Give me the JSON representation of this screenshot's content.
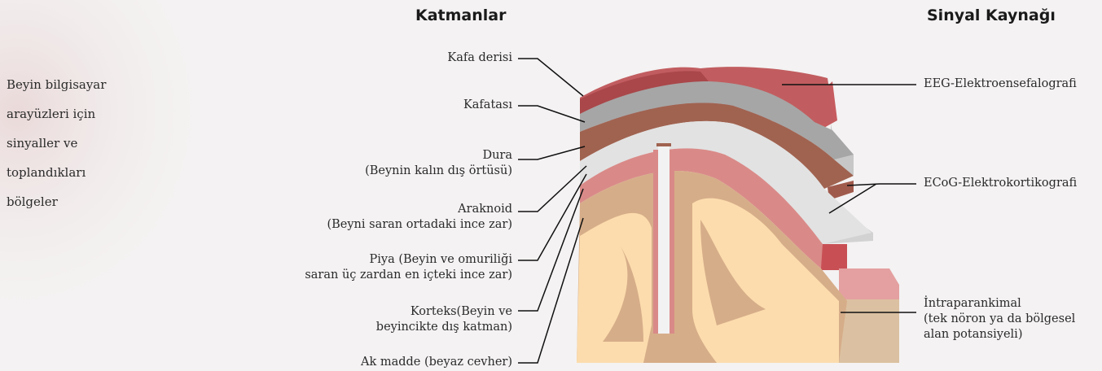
{
  "sidebar": {
    "lines": [
      "Beyin bilgisayar",
      "arayüzleri için",
      "sinyaller ve",
      "toplandıkları",
      "bölgeler"
    ]
  },
  "headers": {
    "layers": "Katmanlar",
    "signal_source": "Sinyal Kaynağı"
  },
  "layers": {
    "scalp": [
      "Kafa derisi"
    ],
    "skull": [
      "Kafatası"
    ],
    "dura": [
      "Dura",
      "(Beynin kalın dış örtüsü)"
    ],
    "arachnoid": [
      "Araknoid",
      "(Beyni saran ortadaki ince zar)"
    ],
    "pia": [
      "Piya (Beyin ve omuriliği",
      "saran üç zardan en içteki ince zar)"
    ],
    "cortex": [
      "Korteks(Beyin ve",
      "beyincikte dış katman)"
    ],
    "white_matter": [
      "Ak madde (beyaz cevher)"
    ]
  },
  "signals": {
    "eeg": [
      "EEG-Elektroensefalografi"
    ],
    "ecog": [
      "ECoG-Elektrokortikografi"
    ],
    "intra": [
      "İntraparankimal",
      "(tek nöron ya da bölgesel",
      "alan potansiyeli)"
    ]
  },
  "colors": {
    "scalp": "#b5484b",
    "skull": "#a7a7a7",
    "dura": "#a06350",
    "pia": "#db8f8c",
    "cortex": "#d8b08c",
    "white_matter": "#fbdcae"
  }
}
